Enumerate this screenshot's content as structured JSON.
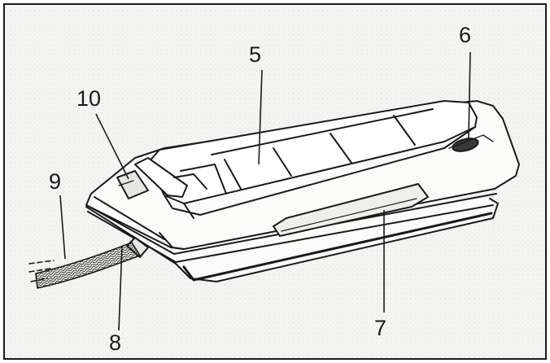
{
  "callouts": {
    "c5": "5",
    "c6": "6",
    "c7": "7",
    "c8": "8",
    "c9": "9",
    "c10": "10"
  },
  "colors": {
    "ink": "#1a1a1a",
    "paper": "#f4f4f2"
  }
}
